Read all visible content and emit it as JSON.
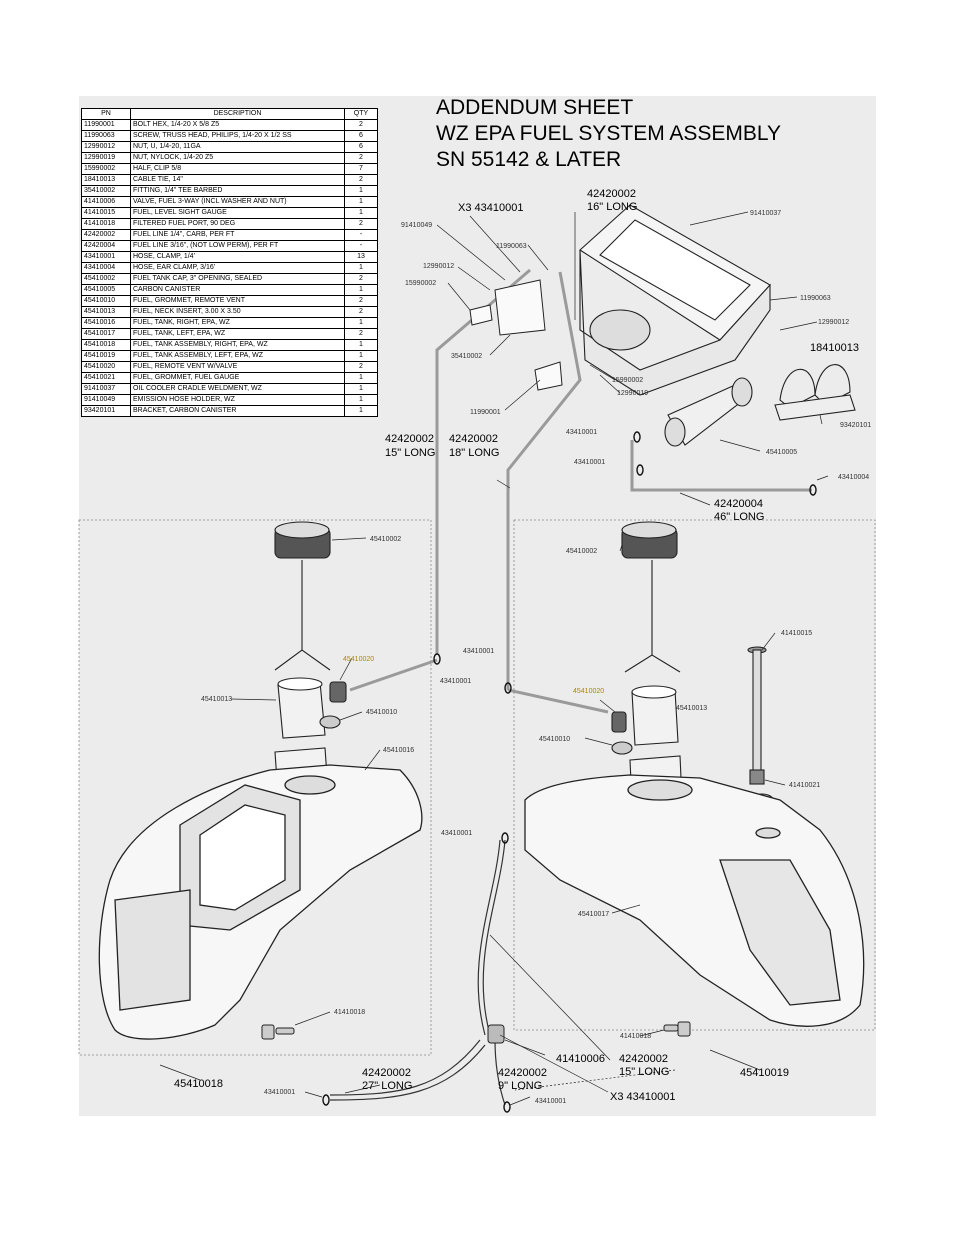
{
  "table": {
    "headers": {
      "pn": "PN",
      "description": "DESCRIPTION",
      "qty": "QTY"
    },
    "rows": [
      {
        "pn": "11990001",
        "description": "BOLT HEX, 1/4-20 X 5/8 Z5",
        "qty": "2"
      },
      {
        "pn": "11990063",
        "description": "SCREW, TRUSS HEAD, PHILIPS, 1/4-20 X 1/2 SS",
        "qty": "6"
      },
      {
        "pn": "12990012",
        "description": "NUT, U, 1/4-20, 11GA",
        "qty": "6"
      },
      {
        "pn": "12990019",
        "description": "NUT, NYLOCK, 1/4-20 Z5",
        "qty": "2"
      },
      {
        "pn": "15990002",
        "description": "HALF, CLIP 5/8",
        "qty": "7"
      },
      {
        "pn": "18410013",
        "description": "CABLE TIE, 14\"",
        "qty": "2"
      },
      {
        "pn": "35410002",
        "description": "FITTING, 1/4\" TEE BARBED",
        "qty": "1"
      },
      {
        "pn": "41410006",
        "description": "VALVE, FUEL 3-WAY (INCL WASHER AND NUT)",
        "qty": "1"
      },
      {
        "pn": "41410015",
        "description": "FUEL, LEVEL SIGHT GAUGE",
        "qty": "1"
      },
      {
        "pn": "41410018",
        "description": "FILTERED FUEL PORT, 90 DEG",
        "qty": "2"
      },
      {
        "pn": "42420002",
        "description": "FUEL LINE 1/4\", CARB, PER FT",
        "qty": "-"
      },
      {
        "pn": "42420004",
        "description": "FUEL LINE 3/16\", (NOT LOW PERM), PER FT",
        "qty": "-"
      },
      {
        "pn": "43410001",
        "description": "HOSE, CLAMP, 1/4'",
        "qty": "13"
      },
      {
        "pn": "43410004",
        "description": "HOSE, EAR CLAMP, 3/16'",
        "qty": "1"
      },
      {
        "pn": "45410002",
        "description": "FUEL TANK CAP, 3\" OPENING, SEALED",
        "qty": "2"
      },
      {
        "pn": "45410005",
        "description": "CARBON CANISTER",
        "qty": "1"
      },
      {
        "pn": "45410010",
        "description": "FUEL, GROMMET, REMOTE VENT",
        "qty": "2"
      },
      {
        "pn": "45410013",
        "description": "FUEL, NECK INSERT, 3.00 X 3.50",
        "qty": "2"
      },
      {
        "pn": "45410016",
        "description": "FUEL, TANK, RIGHT, EPA, WZ",
        "qty": "1"
      },
      {
        "pn": "45410017",
        "description": "FUEL, TANK, LEFT, EPA, WZ",
        "qty": "2"
      },
      {
        "pn": "45410018",
        "description": "FUEL, TANK ASSEMBLY, RIGHT, EPA, WZ",
        "qty": "1"
      },
      {
        "pn": "45410019",
        "description": "FUEL, TANK ASSEMBLY, LEFT, EPA, WZ",
        "qty": "1"
      },
      {
        "pn": "45410020",
        "description": "FUEL, REMOTE VENT W/VALVE",
        "qty": "2"
      },
      {
        "pn": "45410021",
        "description": "FUEL, GROMMET, FUEL GAUGE",
        "qty": "1"
      },
      {
        "pn": "91410037",
        "description": "OIL COOLER CRADLE WELDMENT, WZ",
        "qty": "1"
      },
      {
        "pn": "91410049",
        "description": "EMISSION HOSE HOLDER, WZ",
        "qty": "1"
      },
      {
        "pn": "93420101",
        "description": "BRACKET, CARBON CANISTER",
        "qty": "1"
      }
    ]
  },
  "title": {
    "line1": "ADDENDUM SHEET",
    "line2": "WZ EPA FUEL SYSTEM ASSEMBLY",
    "line3": "SN 55142 & LATER"
  },
  "callouts": {
    "x3_top": "X3 43410001",
    "fl_16_pn": "42420002",
    "fl_16_len": "16\" LONG",
    "p91410049": "91410049",
    "p11990063a": "11990063",
    "p91410037": "91410037",
    "p12990012a": "12990012",
    "p15990002": "15990002",
    "p11990063b": "11990063",
    "p12990012b": "12990012",
    "p18410013": "18410013",
    "p35410002": "35410002",
    "p15990002b": "15990002",
    "p12990019": "12990019",
    "p11990001": "11990001",
    "p93420101": "93420101",
    "p43410001_c1": "43410001",
    "p45410005": "45410005",
    "p43410001_c2": "43410001",
    "p43410004": "43410004",
    "fl_15a_pn": "42420002",
    "fl_15a_len": "15\" LONG",
    "fl_18_pn": "42420002",
    "fl_18_len": "18\" LONG",
    "fl_46_pn": "42420004",
    "fl_46_len": "46\" LONG",
    "l45410002": "45410002",
    "l43410001": "43410001",
    "l45410020": "45410020",
    "l45410013": "45410013",
    "l45410010": "45410010",
    "l45410016": "45410016",
    "l41410018": "41410018",
    "l45410018": "45410018",
    "r45410002": "45410002",
    "r43410001": "43410001",
    "r41410015": "41410015",
    "r45410020": "45410020",
    "r45410013": "45410013",
    "r45410010": "45410010",
    "r41410021": "41410021",
    "r43410001b": "43410001",
    "r45410017": "45410017",
    "r41410018": "41410018",
    "r45410019": "45410019",
    "b43410001a": "43410001",
    "fl_27_pn": "42420002",
    "fl_27_len": "27\" LONG",
    "fl_9_pn": "42420002",
    "fl_9_len": "9\" LONG",
    "b43410001b": "43410001",
    "v41410006": "41410006",
    "fl_15b_pn": "42420002",
    "fl_15b_len": "15\" LONG",
    "x3_bottom": "X3 43410001"
  }
}
